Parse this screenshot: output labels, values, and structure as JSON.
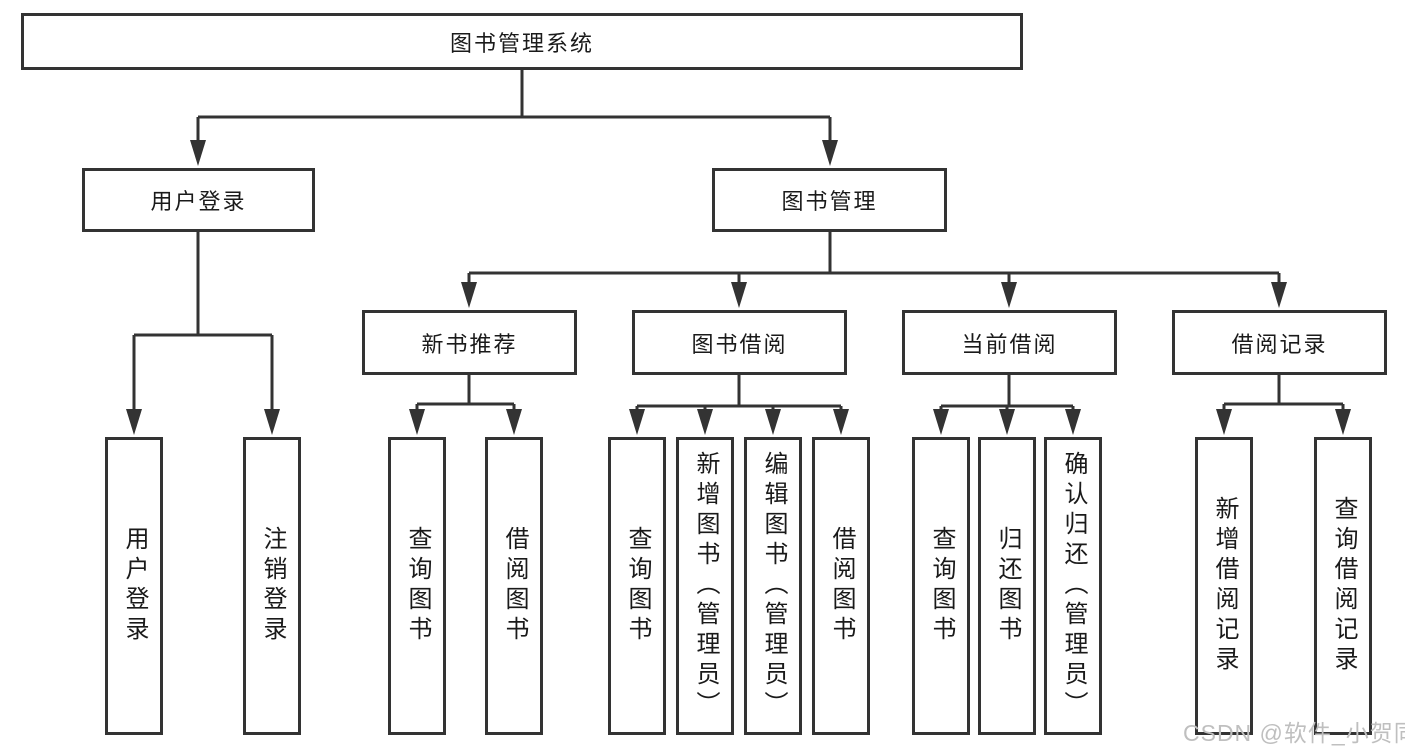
{
  "tree": {
    "label": "图书管理系统",
    "children": [
      {
        "label": "用户登录",
        "children": [
          {
            "label": "用户登录"
          },
          {
            "label": "注销登录"
          }
        ]
      },
      {
        "label": "图书管理",
        "children": [
          {
            "label": "新书推荐",
            "children": [
              {
                "label": "查询图书"
              },
              {
                "label": "借阅图书"
              }
            ]
          },
          {
            "label": "图书借阅",
            "children": [
              {
                "label": "查询图书"
              },
              {
                "label": "新增图书（管理员）"
              },
              {
                "label": "编辑图书（管理员）"
              },
              {
                "label": "借阅图书"
              }
            ]
          },
          {
            "label": "当前借阅",
            "children": [
              {
                "label": "查询图书"
              },
              {
                "label": "归还图书"
              },
              {
                "label": "确认归还（管理员）"
              }
            ]
          },
          {
            "label": "借阅记录",
            "children": [
              {
                "label": "新增借阅记录"
              },
              {
                "label": "查询借阅记录"
              }
            ]
          }
        ]
      }
    ]
  },
  "watermark": "CSDN @软件_小贺同学",
  "colors": {
    "line": "#333333",
    "text": "#1a1a1a",
    "watermark": "#bfbfbf",
    "background": "#ffffff"
  }
}
